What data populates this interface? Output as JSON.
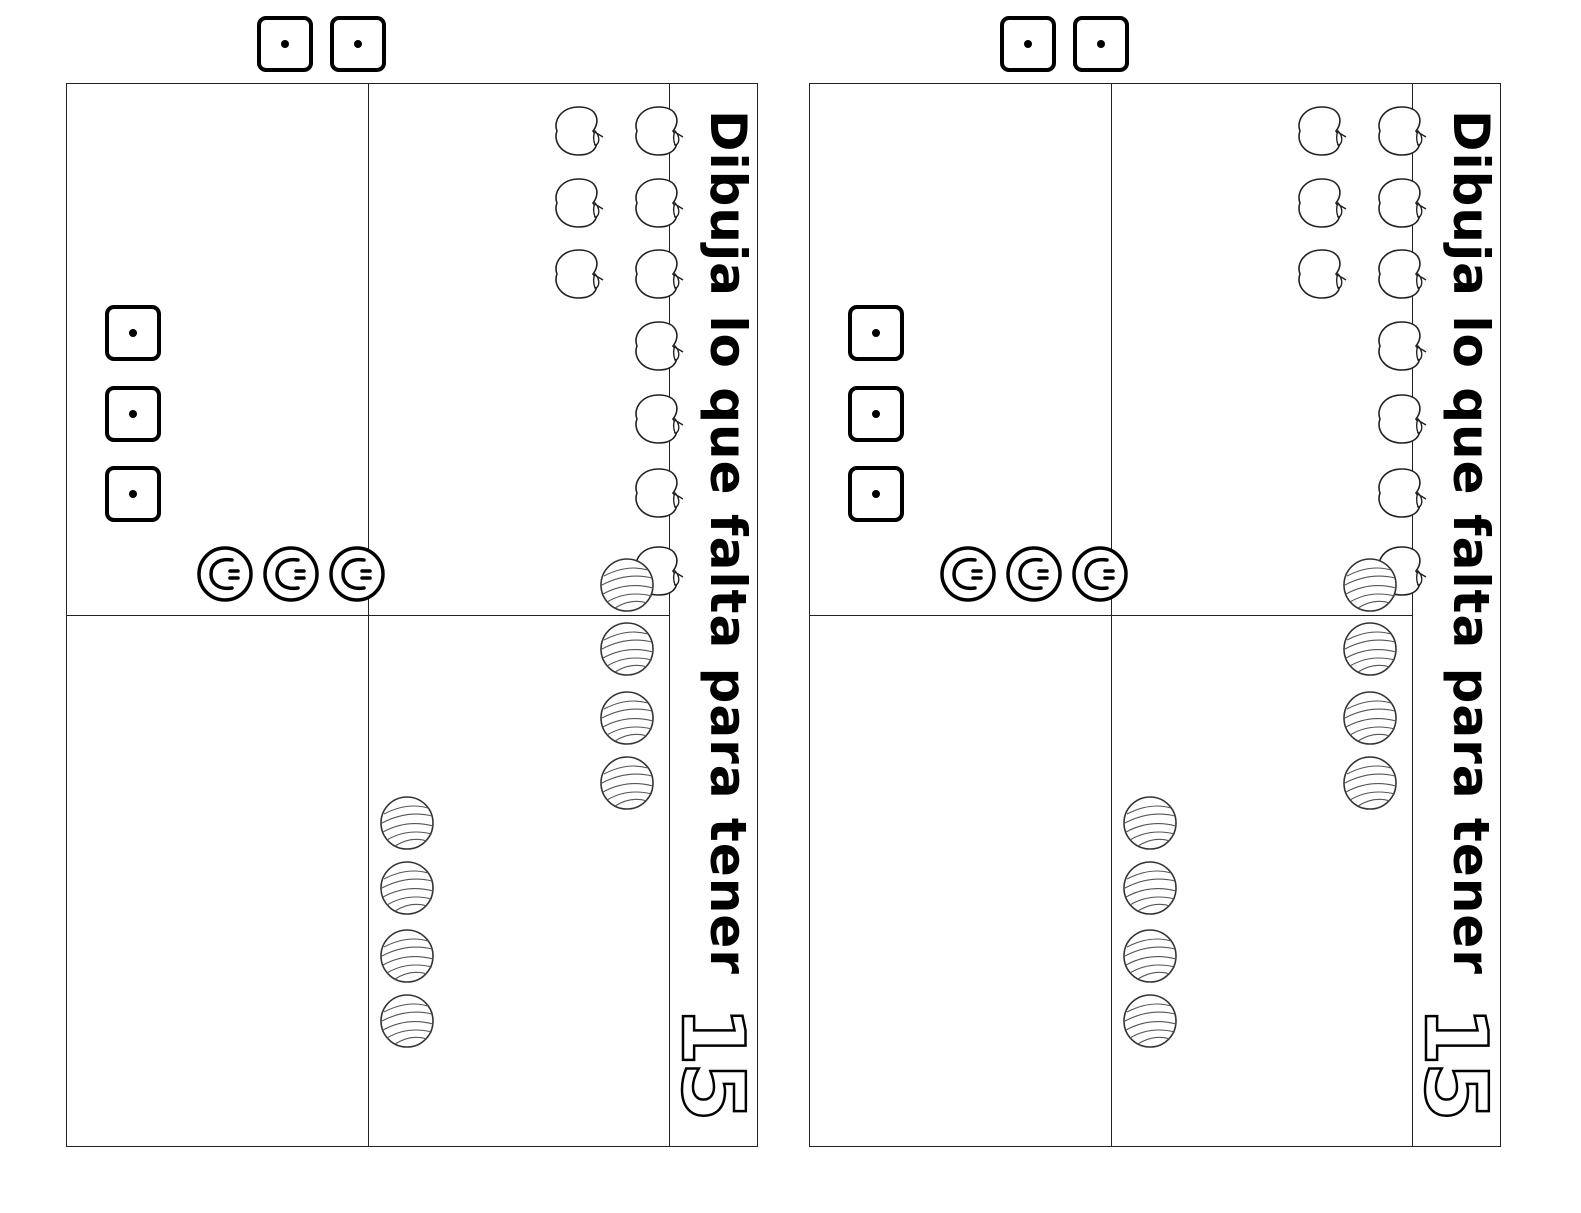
{
  "sheets": [
    {
      "title": "Dibuja lo que falta para tener",
      "target_number": "15",
      "groups": {
        "apples": 10,
        "dice": 5,
        "coins": 3,
        "balls": 8
      }
    },
    {
      "title": "Dibuja lo que falta para tener",
      "target_number": "15",
      "groups": {
        "apples": 10,
        "dice": 5,
        "coins": 3,
        "balls": 8
      }
    }
  ],
  "icons": {
    "apple": "apple-icon",
    "die": "die-one-icon",
    "coin": "coin-icon",
    "ball": "striped-ball-icon"
  }
}
